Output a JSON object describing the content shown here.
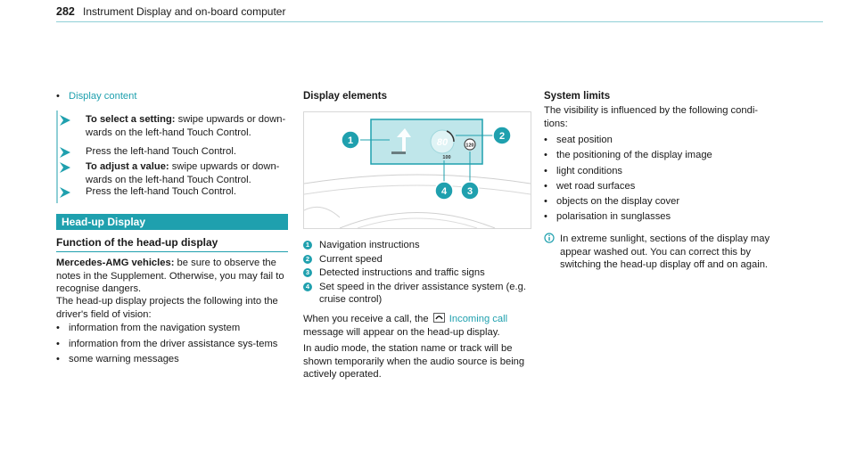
{
  "header": {
    "page_number": "282",
    "title": "Instrument Display and on-board computer"
  },
  "left": {
    "link_bullet": "Display content",
    "steps": [
      {
        "bold": "To select a setting:",
        "text": " swipe upwards or down-wards on the left-hand Touch Control."
      },
      {
        "bold": "",
        "text": "Press the left-hand Touch Control."
      },
      {
        "bold": "To adjust a value:",
        "text": " swipe upwards or down-wards on the left-hand Touch Control."
      },
      {
        "bold": "",
        "text": "Press the left-hand Touch Control."
      }
    ],
    "section_title": "Head-up Display",
    "subsection_title": "Function of the head-up display",
    "amg_bold": "Mercedes-AMG vehicles:",
    "amg_text": " be sure to observe the notes in the Supplement. Otherwise, you may fail to recognise dangers.",
    "intro": "The head-up display projects the following into the driver's field of vision:",
    "bullets": [
      "information from the navigation system",
      "information from the driver assistance sys-tems",
      "some warning messages"
    ]
  },
  "middle": {
    "heading": "Display elements",
    "figure": {
      "speed": "80",
      "sign": "120",
      "set_speed": "100"
    },
    "callouts": [
      {
        "num": "1",
        "text": "Navigation instructions"
      },
      {
        "num": "2",
        "text": "Current speed"
      },
      {
        "num": "3",
        "text": "Detected instructions and traffic signs"
      },
      {
        "num": "4",
        "text": "Set speed in the driver assistance system (e.g. cruise control)"
      }
    ],
    "call_before": "When you receive a call, the",
    "call_link": "Incoming call",
    "call_after": "message will appear on the head-up display.",
    "audio": "In audio mode, the station name or track will be shown temporarily when the audio source is being actively operated."
  },
  "right": {
    "heading": "System limits",
    "intro": "The visibility is influenced by the following condi-tions:",
    "bullets": [
      "seat position",
      "the positioning of the display image",
      "light conditions",
      "wet road surfaces",
      "objects on the display cover",
      "polarisation in sunglasses"
    ],
    "note": "In extreme sunlight, sections of the display may appear washed out. You can correct this by switching the head-up display off and on again."
  },
  "colors": {
    "accent": "#1fa0ae",
    "rule": "#8fcfd6"
  }
}
